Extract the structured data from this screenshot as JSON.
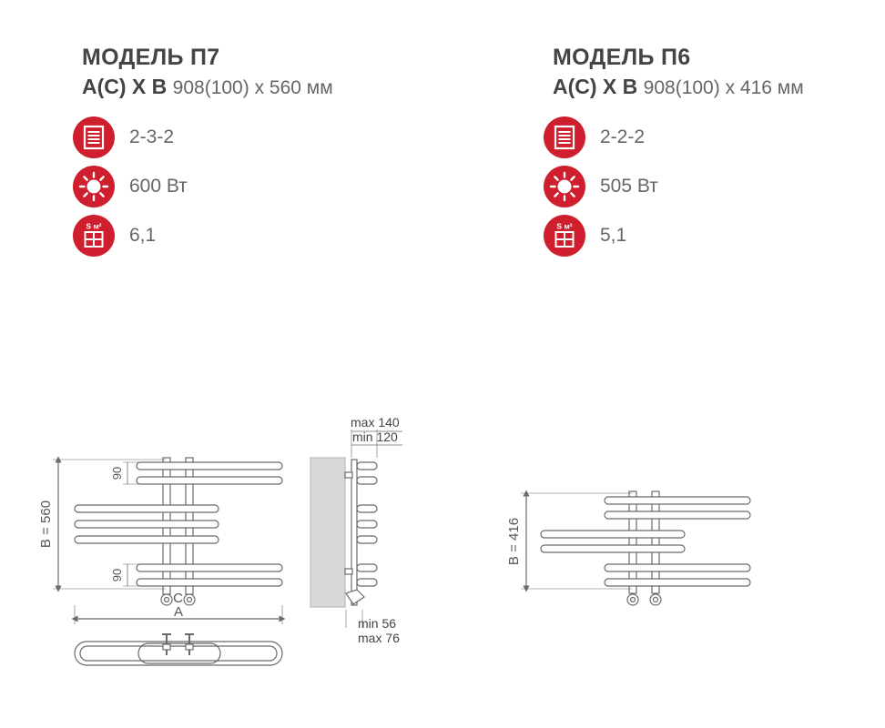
{
  "models": [
    {
      "name": "МОДЕЛЬ П7",
      "dims_label": "А(С) Х В",
      "dims_value": "908(100) x 560 мм",
      "specs": [
        {
          "icon": "sections-icon",
          "value": "2-3-2"
        },
        {
          "icon": "sun-power-icon",
          "value": "600 Вт"
        },
        {
          "icon": "area-icon",
          "value": "6,1"
        }
      ]
    },
    {
      "name": "МОДЕЛЬ П6",
      "dims_label": "А(С) Х В",
      "dims_value": "908(100) x 416 мм",
      "specs": [
        {
          "icon": "sections-icon",
          "value": "2-2-2"
        },
        {
          "icon": "sun-power-icon",
          "value": "505 Вт"
        },
        {
          "icon": "area-icon",
          "value": "5,1"
        }
      ]
    }
  ],
  "icon_text": {
    "area": "S м²"
  },
  "drawing": {
    "height_p7": "B = 560",
    "height_p6": "B = 416",
    "spacing": "90",
    "label_a": "A",
    "label_c": "C",
    "depth_max": "max 140",
    "depth_min": "min 120",
    "wall_min": "min 56",
    "wall_max": "max 76"
  },
  "colors": {
    "accent": "#cf1f2e",
    "line": "#6a6a6a"
  }
}
